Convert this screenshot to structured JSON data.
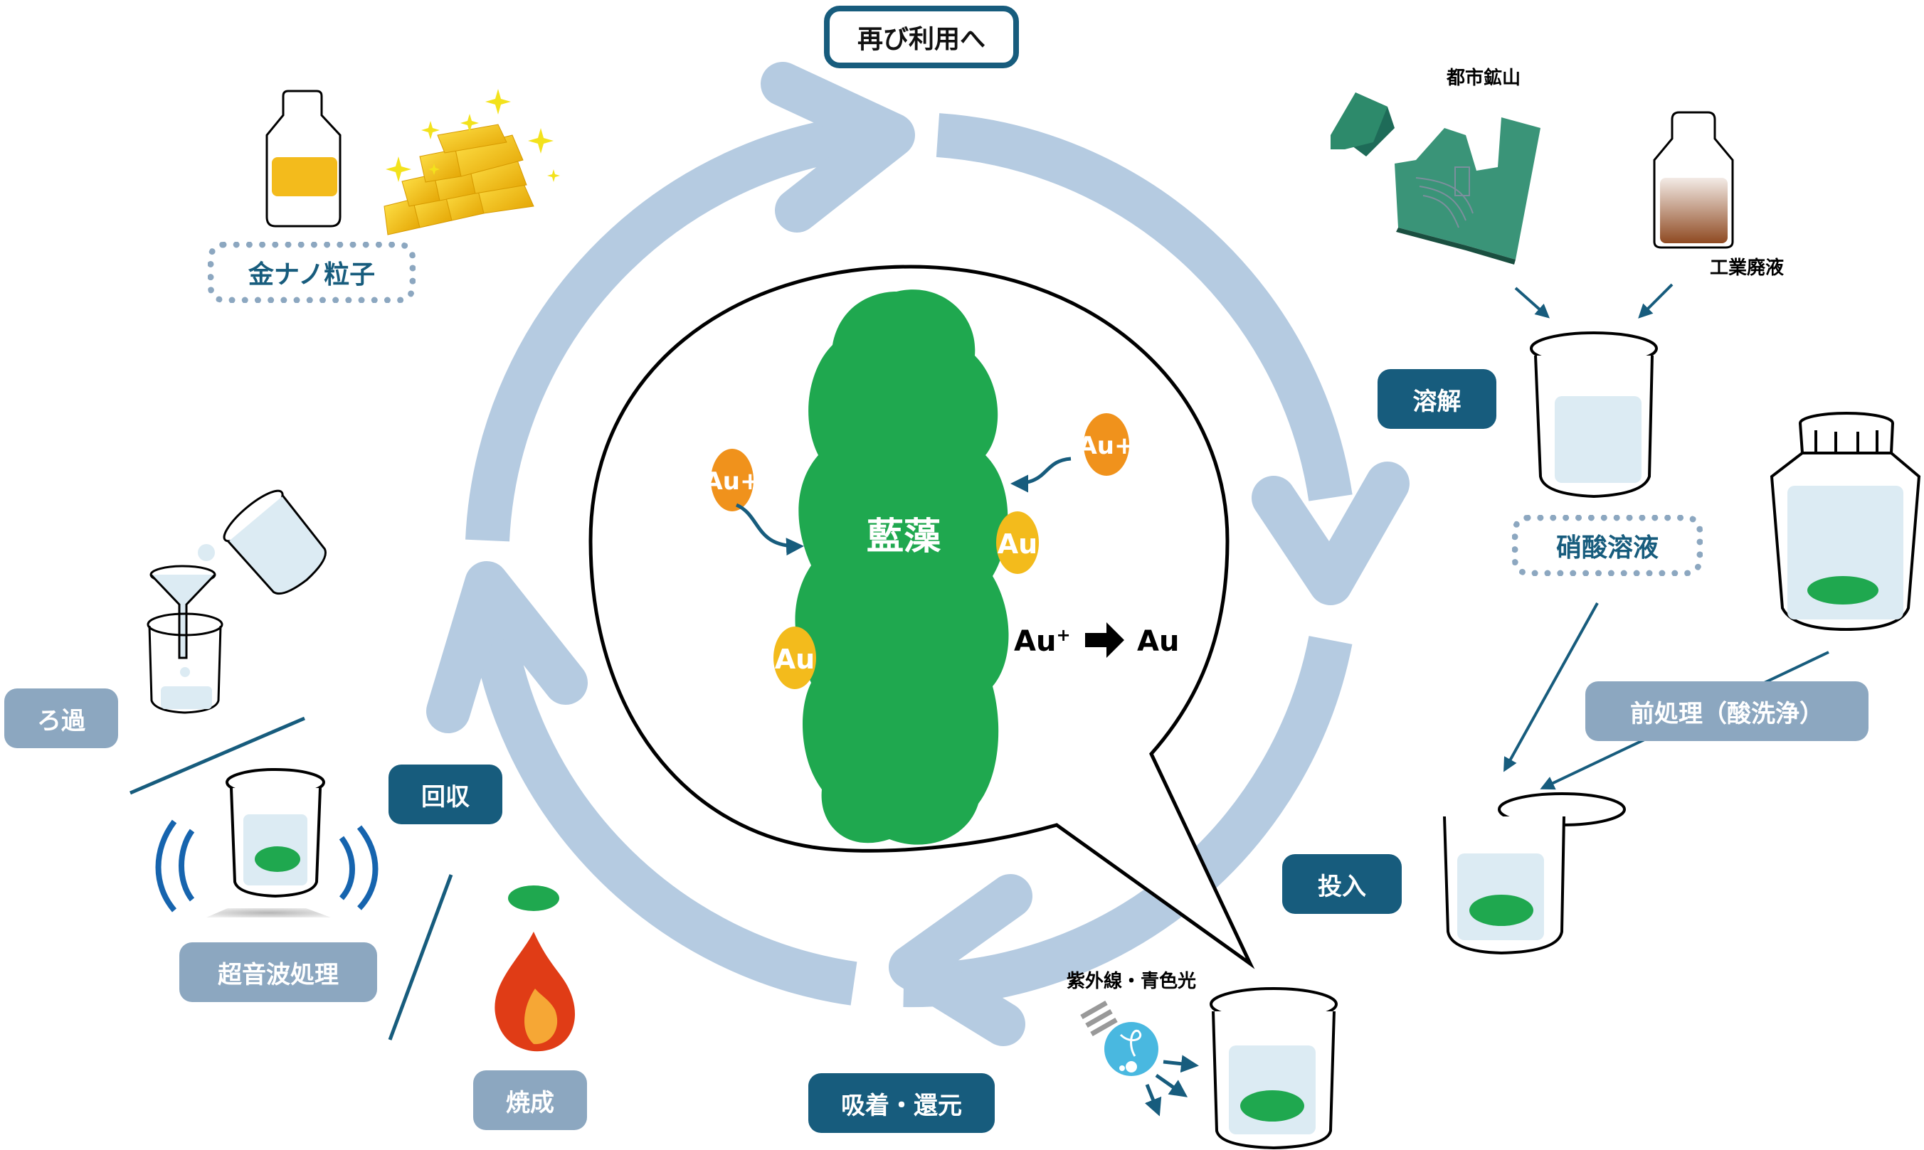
{
  "title": "再び利用へ",
  "center": {
    "organism": "藍藻",
    "ion": "Au+",
    "metal": "Au",
    "reaction_from": "Au",
    "reaction_from_sup": "+",
    "reaction_to": "Au"
  },
  "sources": {
    "urban_mine": "都市鉱山",
    "industrial_waste": "工業廃液"
  },
  "steps": {
    "dissolve": "溶解",
    "nitric_solution": "硝酸溶液",
    "pretreatment": "前処理（酸洗浄）",
    "input": "投入",
    "light": "紫外線・青色光",
    "adsorb_reduce": "吸着・還元",
    "calcine": "焼成",
    "ultrasonic": "超音波処理",
    "recover": "回収",
    "filter": "ろ過",
    "gold_nanoparticles": "金ナノ粒子"
  },
  "colors": {
    "ring": "#b5cbe1",
    "dark_label": "#175c7d",
    "light_label": "#8ca7c0",
    "algae": "#1fa84f",
    "gold_ion": "#f0921c",
    "gold": "#f3bb1c",
    "liquid": "#dcebf3"
  }
}
